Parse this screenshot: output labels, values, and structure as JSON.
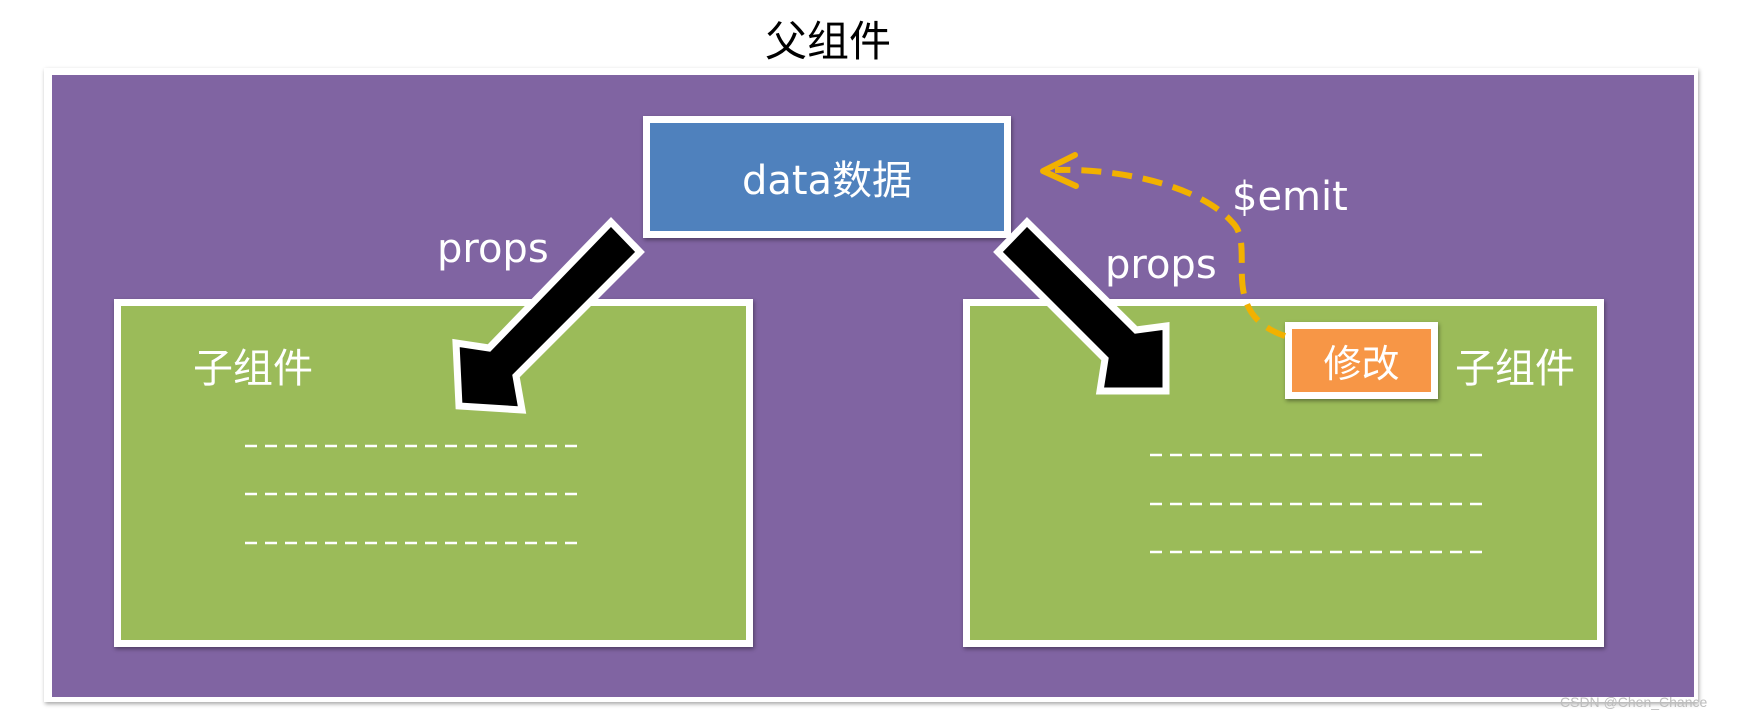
{
  "parent": {
    "title": "父组件"
  },
  "data_box": {
    "label": "data数据"
  },
  "arrows": {
    "props_left": "props",
    "props_right": "props",
    "emit": "$emit"
  },
  "children": {
    "left_label": "子组件",
    "right_label": "子组件",
    "modify_button": "修改"
  },
  "watermark": "CSDN @Chen_Chance",
  "colors": {
    "parent_bg": "#8064a2",
    "data_box": "#4f81bd",
    "child_bg": "#9bbb59",
    "modify_box": "#f79646",
    "emit_arrow": "#f2b100",
    "props_arrow": "#000000"
  }
}
